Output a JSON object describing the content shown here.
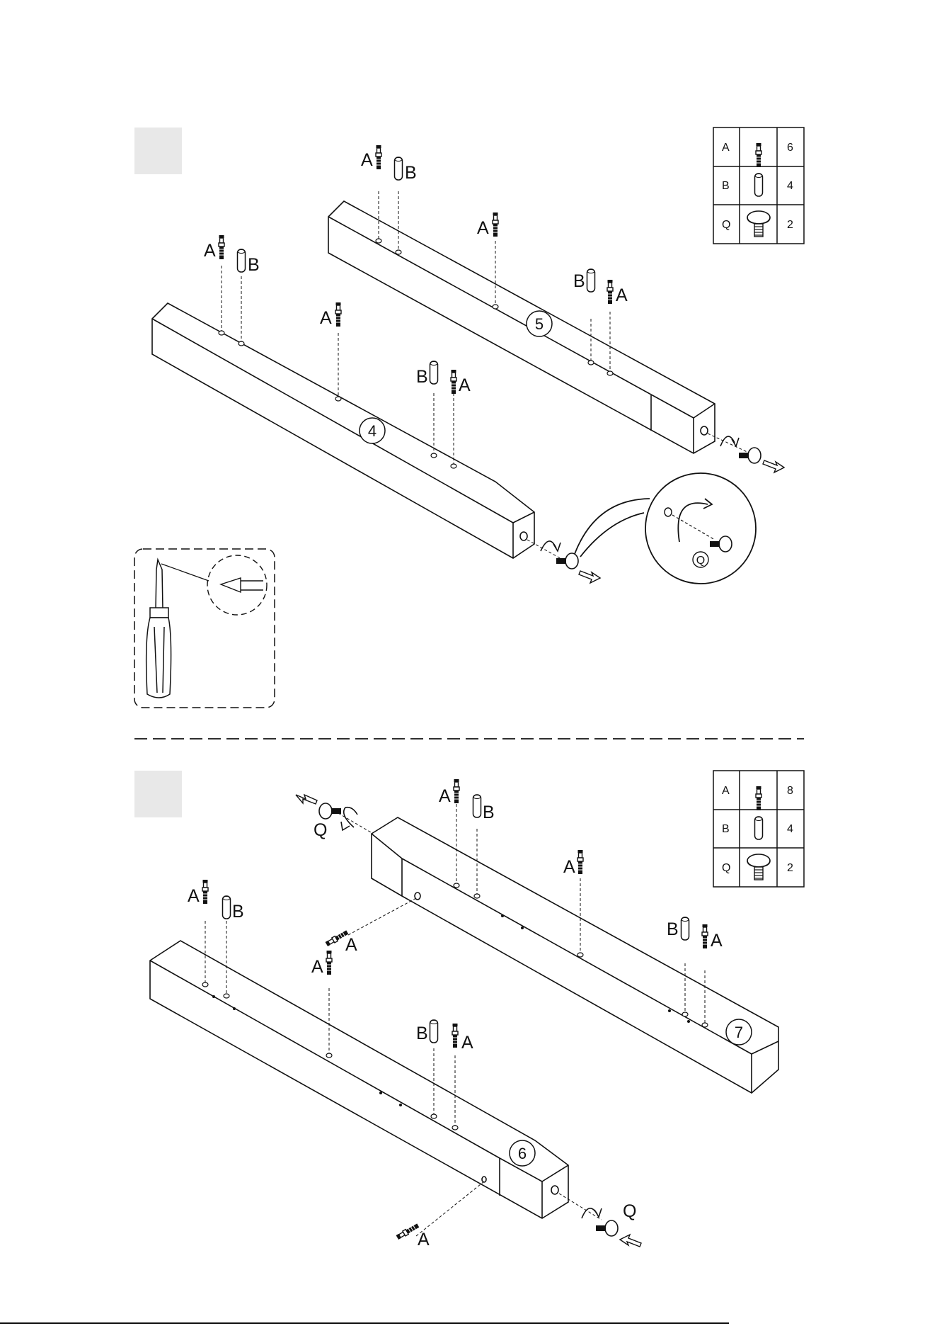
{
  "step1": {
    "parts_table": [
      {
        "letter": "A",
        "icon": "cam-bolt-icon",
        "count": "6"
      },
      {
        "letter": "B",
        "icon": "wooden-dowel-icon",
        "count": "4"
      },
      {
        "letter": "Q",
        "icon": "leveler-glide-icon",
        "count": "2"
      }
    ],
    "labels": {
      "a": "A",
      "b": "B",
      "q": "Q"
    },
    "parts": {
      "rail_4": "4",
      "rail_5": "5"
    }
  },
  "step2": {
    "parts_table": [
      {
        "letter": "A",
        "icon": "cam-bolt-icon",
        "count": "8"
      },
      {
        "letter": "B",
        "icon": "wooden-dowel-icon",
        "count": "4"
      },
      {
        "letter": "Q",
        "icon": "leveler-glide-icon",
        "count": "2"
      }
    ],
    "labels": {
      "a": "A",
      "b": "B",
      "q": "Q"
    },
    "parts": {
      "rail_6": "6",
      "rail_7": "7"
    }
  },
  "tool": {
    "icon": "phillips-screwdriver-icon"
  }
}
